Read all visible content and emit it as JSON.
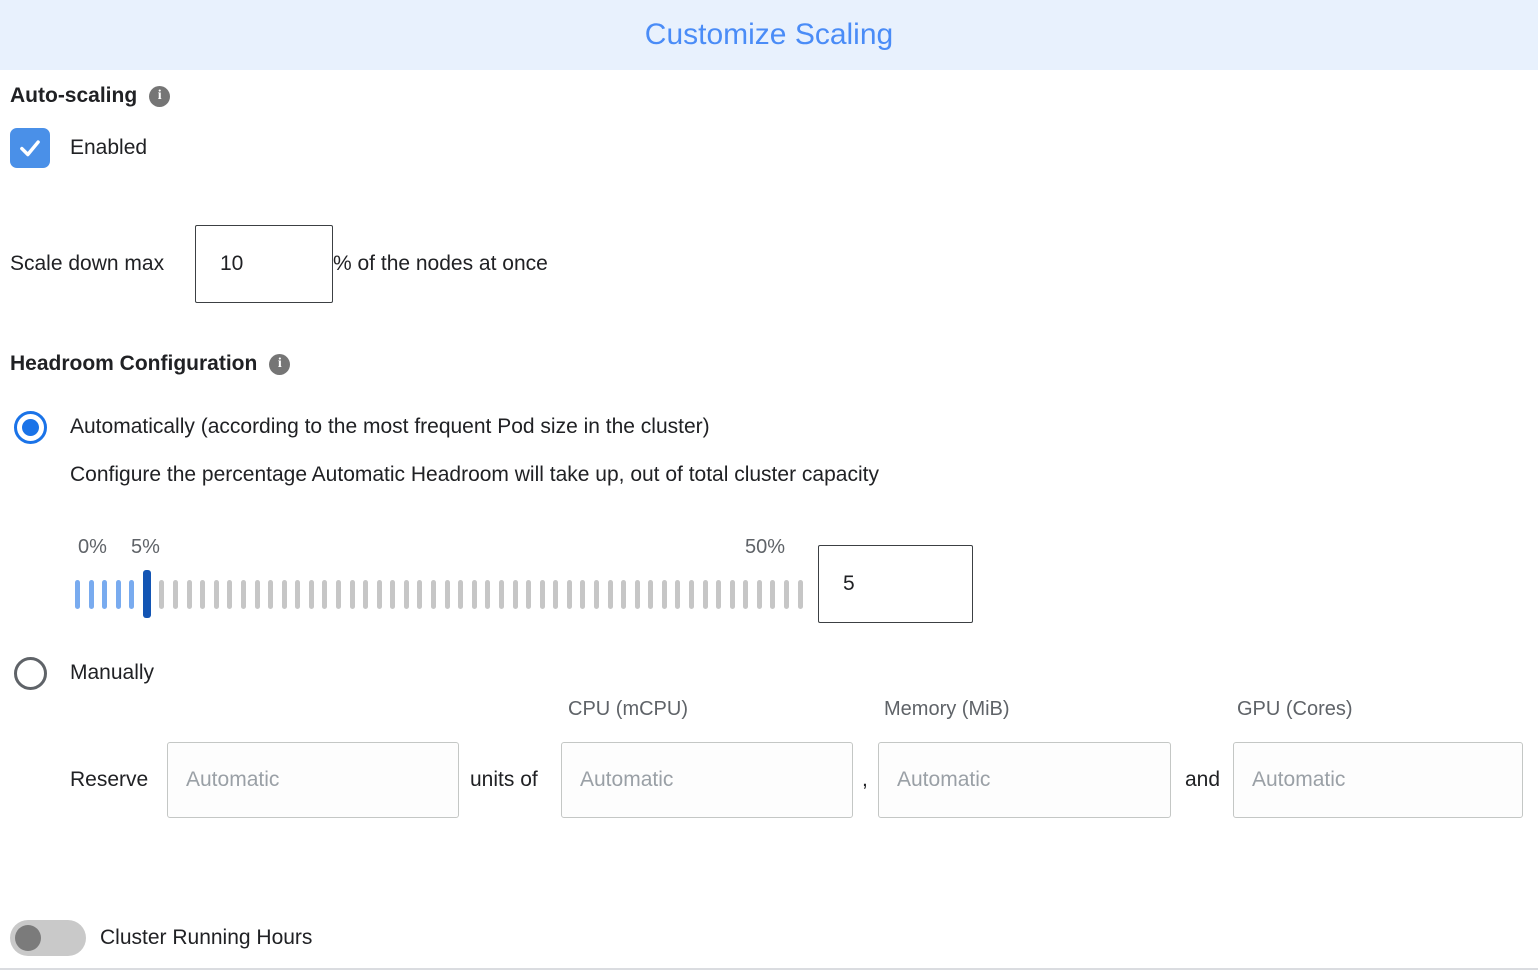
{
  "header": {
    "title": "Customize Scaling"
  },
  "auto_scaling": {
    "label": "Auto-scaling",
    "enabled_label": "Enabled",
    "checked": true
  },
  "scale_down": {
    "prefix": "Scale down max",
    "value": "10",
    "suffix": "% of the nodes at once"
  },
  "headroom": {
    "label": "Headroom Configuration",
    "selected": "automatic",
    "auto_option_label": "Automatically (according to the most frequent Pod size in the cluster)",
    "auto_description": "Configure the percentage Automatic Headroom will take up, out of total cluster capacity",
    "manual_option_label": "Manually",
    "slider": {
      "min_label": "0%",
      "current_label": "5%",
      "max_label": "50%",
      "value": "5",
      "tick_count": 54,
      "thumb_index": 5
    }
  },
  "reserve": {
    "label": "Reserve",
    "units_label": "units of",
    "comma": ",",
    "and_label": "and",
    "columns": [
      "CPU (mCPU)",
      "Memory (MiB)",
      "GPU (Cores)"
    ],
    "placeholders": {
      "count": "Automatic",
      "cpu": "Automatic",
      "memory": "Automatic",
      "gpu": "Automatic"
    }
  },
  "cluster_running_hours": {
    "label": "Cluster Running Hours",
    "enabled": false
  },
  "colors": {
    "accent": "#1a73e8",
    "header_bg": "#e8f1fd",
    "header_text": "#4a8cf7",
    "tick_inactive": "#c6c6c6",
    "tick_active": "#79abef",
    "thumb": "#1355b4"
  }
}
